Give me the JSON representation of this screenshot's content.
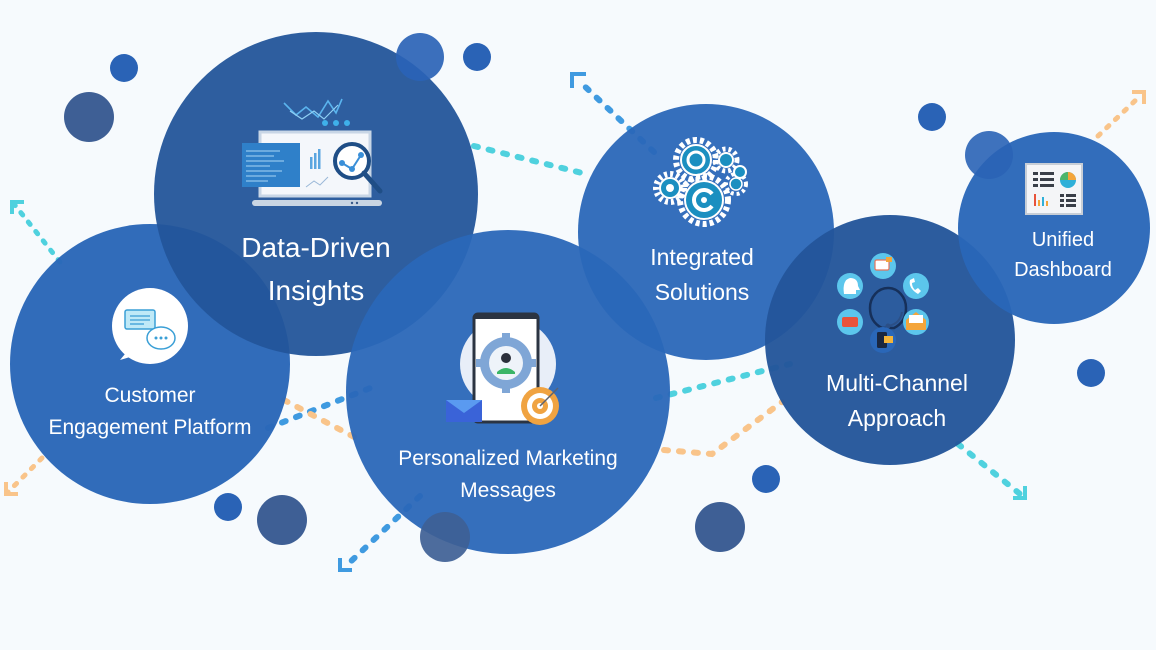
{
  "diagram": {
    "type": "overlapping-circles-feature-map",
    "colors": {
      "background": "#f6fafd",
      "circle_primary": "#2a67b8",
      "circle_dark": "#23559a",
      "dot_light": "#2a63b6",
      "dot_slate": "#3e5f95",
      "arrow_cyan": "#4fd1de",
      "arrow_blue": "#3f9ae0",
      "arrow_orange": "#f9c48a",
      "text": "#ffffff"
    },
    "nodes": [
      {
        "id": "data-driven-insights",
        "label_lines": [
          "Data-Driven",
          "Insights"
        ],
        "icon": "laptop-analytics-icon"
      },
      {
        "id": "customer-engagement-platform",
        "label_lines": [
          "Customer",
          "Engagement Platform"
        ],
        "icon": "chat-bubbles-icon"
      },
      {
        "id": "personalized-marketing-messages",
        "label_lines": [
          "Personalized Marketing",
          "Messages"
        ],
        "icon": "phone-target-icon"
      },
      {
        "id": "integrated-solutions",
        "label_lines": [
          "Integrated",
          "Solutions"
        ],
        "icon": "gears-icon"
      },
      {
        "id": "multi-channel-approach",
        "label_lines": [
          "Multi-Channel",
          "Approach"
        ],
        "icon": "support-channels-icon"
      },
      {
        "id": "unified-dashboard",
        "label_lines": [
          "Unified",
          "Dashboard"
        ],
        "icon": "dashboard-icon"
      }
    ]
  }
}
